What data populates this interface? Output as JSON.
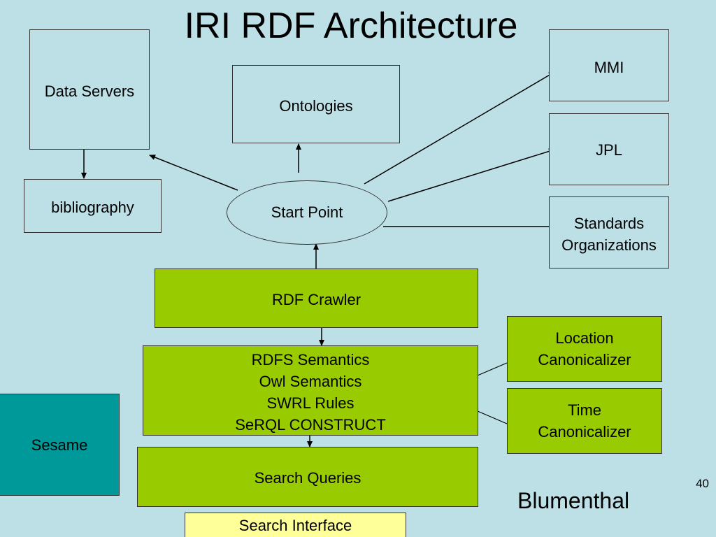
{
  "title": "IRI RDF Architecture",
  "nodes": {
    "data_servers": "Data Servers",
    "bibliography": "bibliography",
    "ontologies": "Ontologies",
    "start_point": "Start Point",
    "mmi": "MMI",
    "jpl": "JPL",
    "standards": [
      "Standards",
      "Organizations"
    ],
    "rdf_crawler": "RDF Crawler",
    "semantics": [
      "RDFS Semantics",
      "Owl Semantics",
      "SWRL Rules",
      "SeRQL CONSTRUCT"
    ],
    "location_canon": [
      "Location",
      "Canonicalizer"
    ],
    "time_canon": [
      "Time",
      "Canonicalizer"
    ],
    "sesame": "Sesame",
    "search_queries": "Search Queries",
    "search_interface": "Search Interface"
  },
  "page_number": "40",
  "author": "Blumenthal",
  "colors": {
    "background": "#bde0e6",
    "component_green": "#99cc00",
    "sesame_teal": "#009999",
    "interface_yellow": "#ffff99"
  }
}
